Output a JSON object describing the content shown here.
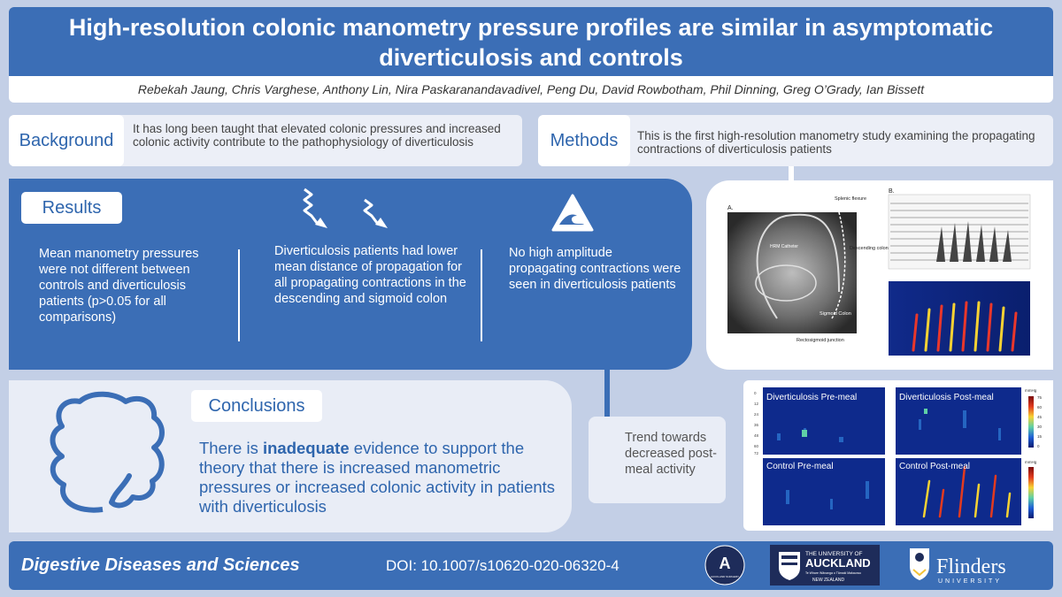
{
  "header": {
    "title_line1": "High-resolution colonic manometry pressure profiles are similar in asymptomatic",
    "title_line2": "diverticulosis and controls",
    "authors": "Rebekah Jaung, Chris Varghese, Anthony Lin, Nira Paskaranandavadivel, Peng Du, David Rowbotham, Phil Dinning,  Greg O’Grady, Ian Bissett"
  },
  "background": {
    "heading": "Background",
    "text": "It has long been taught that elevated colonic pressures and increased colonic activity contribute to the pathophysiology of diverticulosis"
  },
  "methods": {
    "heading": "Methods",
    "text": "This is the first high-resolution manometry study examining the propagating contractions of diverticulosis patients"
  },
  "results": {
    "heading": "Results",
    "col1": "Mean manometry pressures were not different between controls and diverticulosis patients (p>0.05 for all comparisons)",
    "col2": "Diverticulosis patients had lower mean distance of propagation for all propagating contractions in the descending and sigmoid colon",
    "col3": "No high amplitude propagating contractions were seen in diverticulosis patients"
  },
  "figure": {
    "label_a": "A.",
    "label_b": "B.",
    "splenic": "Splenic flexure",
    "catheter": "HRM Catheter",
    "descending": "Descending colon",
    "sigmoid": "Sigmoid Colon",
    "recto": "Rectosigmoid junction"
  },
  "conclusions": {
    "heading": "Conclusions",
    "pre": "There is ",
    "bold": "inadequate",
    "post": " evidence to support the theory that there is increased manometric pressures or increased colonic activity in patients with diverticulosis"
  },
  "trend": {
    "text": "Trend towards decreased post-meal activity"
  },
  "heatmaps": {
    "panels": [
      "Diverticulosis Pre-meal",
      "Diverticulosis Post-meal",
      "Control Pre-meal",
      "Control Post-meal"
    ],
    "unit": "mmHg",
    "scale_ticks": [
      "75",
      "60",
      "45",
      "30",
      "15",
      "0"
    ],
    "y_ticks": [
      "0",
      "12",
      "24",
      "36",
      "48",
      "60",
      "72"
    ]
  },
  "footer": {
    "journal": "Digestive Diseases and Sciences",
    "doi": "DOI: 10.1007/s10620-020-06320-4",
    "logo1_letter": "A",
    "logo1_text": "AUCKLAND SURGERY",
    "logo2_line1": "THE UNIVERSITY OF",
    "logo2_line2": "AUCKLAND",
    "logo2_line3": "Te Whare Wānanga o Tāmaki Makaurau",
    "logo2_line4": "NEW ZEALAND",
    "logo3_line1": "Flinders",
    "logo3_line2": "UNIVERSITY"
  },
  "colors": {
    "primary": "#3b6eb6",
    "page_bg": "#c3cfe6",
    "panel_light": "#e9edf6",
    "heading_text": "#2e65ad"
  }
}
